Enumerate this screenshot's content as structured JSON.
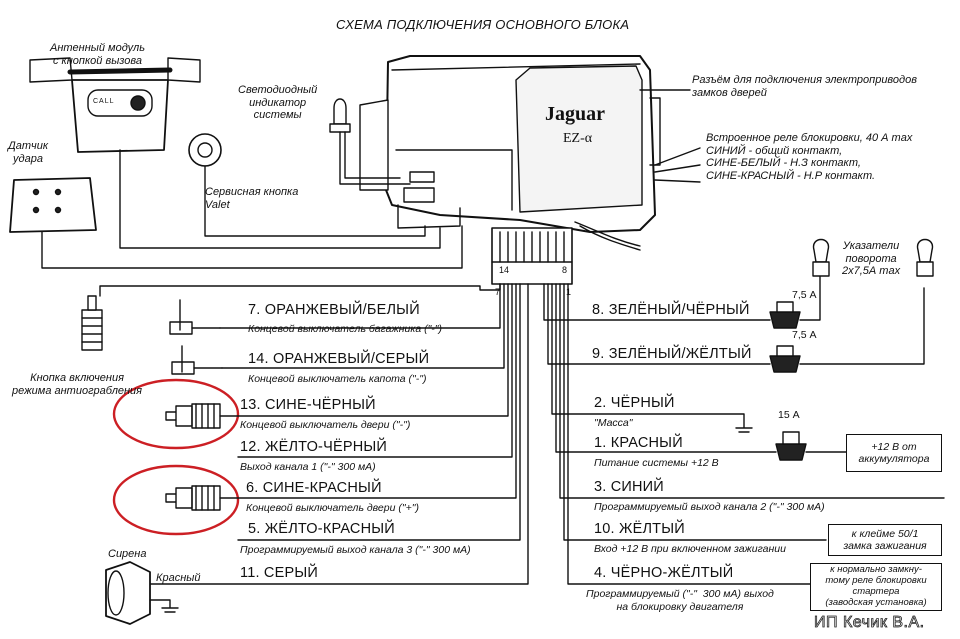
{
  "title": "СХЕМА ПОДКЛЮЧЕНИЯ ОСНОВНОГО БЛОКА",
  "brand": "Jaguar",
  "model": "EZ-α",
  "call_label": "CALL",
  "connector_pins": {
    "left_top": "14",
    "left_bottom": "7",
    "right_top": "8",
    "right_bottom": "1"
  },
  "components": {
    "antenna_module": "Антенный модуль\nс кнопкой вызова",
    "shock_sensor": "Датчик\nудара",
    "led_indicator": "Светодиодный\nиндикатор\nсистемы",
    "valet_button": "Сервисная кнопка\nValet",
    "antirobbery_button": "Кнопка включения\nрежима антиограбления",
    "siren": "Сирена",
    "siren_wire": "Красный",
    "door_lock_connector": "Разъём для подключения электроприводов\nзамков дверей",
    "relay_note": "Встроенное реле блокировки, 40 А max\nСИНИЙ - общий контакт,\nСИНЕ-БЕЛЫЙ - Н.З контакт,\nСИНЕ-КРАСНЫЙ - Н.Р контакт.",
    "turn_signals": "Указатели\nповорота\n2х7,5А max"
  },
  "left_wires": [
    {
      "name": "7. ОРАНЖЕВЫЙ/БЕЛЫЙ",
      "desc": "Концевой выключатель багажника (\"-\")"
    },
    {
      "name": "14. ОРАНЖЕВЫЙ/СЕРЫЙ",
      "desc": "Концевой выключатель капота (\"-\")"
    },
    {
      "name": "13. СИНЕ-ЧЁРНЫЙ",
      "desc": "Концевой выключатель двери (\"-\")"
    },
    {
      "name": "12. ЖЁЛТО-ЧЁРНЫЙ",
      "desc": "Выход канала 1 (\"-\" 300 мА)"
    },
    {
      "name": "6. СИНЕ-КРАСНЫЙ",
      "desc": "Концевой выключатель двери (\"+\")"
    },
    {
      "name": "5. ЖЁЛТО-КРАСНЫЙ",
      "desc": "Программируемый выход канала 3 (\"-\" 300 мА)"
    },
    {
      "name": "11. СЕРЫЙ",
      "desc": ""
    }
  ],
  "right_wires": [
    {
      "name": "8. ЗЕЛЁНЫЙ/ЧЁРНЫЙ",
      "desc": ""
    },
    {
      "name": "9. ЗЕЛЁНЫЙ/ЖЁЛТЫЙ",
      "desc": ""
    },
    {
      "name": "2. ЧЁРНЫЙ",
      "desc": "\"Масса\""
    },
    {
      "name": "1. КРАСНЫЙ",
      "desc": "Питание системы +12 В"
    },
    {
      "name": "3. СИНИЙ",
      "desc": "Программируемый выход канала 2 (\"-\" 300 мА)"
    },
    {
      "name": "10. ЖЁЛТЫЙ",
      "desc": "Вход +12 В при включенном зажигании"
    },
    {
      "name": "4. ЧЁРНО-ЖЁЛТЫЙ",
      "desc": "Программируемый (\"-\"  300 мА) выход\nна блокировку двигателя"
    }
  ],
  "fuses": {
    "turn1": "7,5 А",
    "turn2": "7,5 А",
    "power": "15 А"
  },
  "boxes": {
    "battery": "+12 В от\nаккумулятора",
    "ignition": "к клейме 50/1\nзамка зажигания",
    "starter": "к нормально замкну-\nтому реле блокировки\nстартера\n(заводская установка)"
  },
  "watermark": "ИП Кечик В.А."
}
